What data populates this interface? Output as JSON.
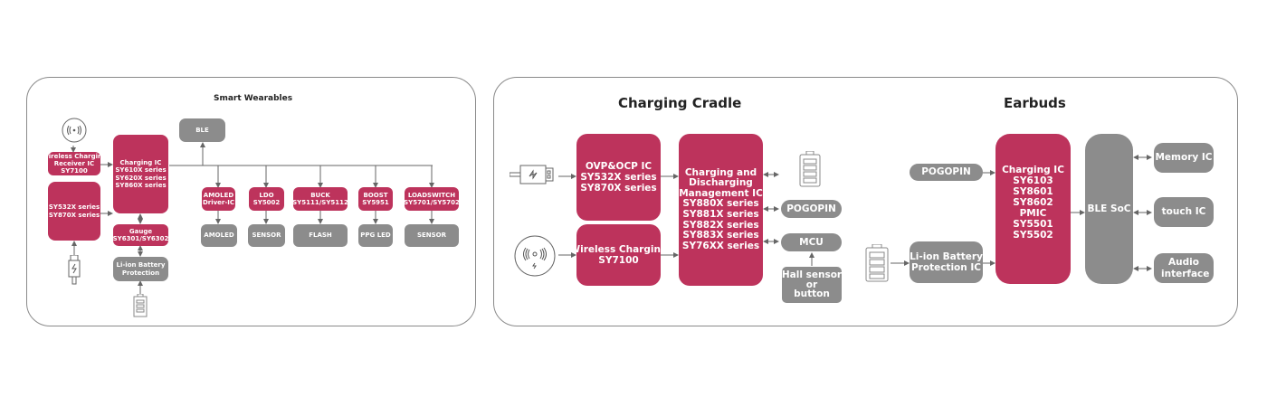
{
  "colors": {
    "accent": "#bd335c",
    "neutral": "#8c8c8c",
    "line": "#666666"
  },
  "smart_wearables": {
    "title": "Smart Wearables",
    "ble": "BLE",
    "wireless_rx": [
      "Wireless Charging",
      "Receiver IC",
      "SY7100"
    ],
    "ovp": [
      "SY532X series",
      "SY870X series"
    ],
    "charging_ic": [
      "Charging IC",
      "SY610X series",
      "SY620X series",
      "SY860X series"
    ],
    "gauge": [
      "Gauge",
      "SY6301/SY6302"
    ],
    "battery_protection": [
      "Li-ion Battery",
      "Protection"
    ],
    "loads": [
      {
        "ic": [
          "AMOLED",
          "Driver-IC"
        ],
        "target": "AMOLED"
      },
      {
        "ic": [
          "LDO",
          "SY5002"
        ],
        "target": "SENSOR"
      },
      {
        "ic": [
          "BUCK",
          "SY5111/SY5112"
        ],
        "target": "FLASH"
      },
      {
        "ic": [
          "BOOST",
          "SY5951"
        ],
        "target": "PPG LED"
      },
      {
        "ic": [
          "LOADSWITCH",
          "SY5701/SY5702"
        ],
        "target": "SENSOR"
      }
    ]
  },
  "charging_cradle": {
    "title": "Charging Cradle",
    "ovp": [
      "OVP&OCP IC",
      "SY532X series",
      "SY870X series"
    ],
    "wireless": [
      "Wireless Charging",
      "SY7100"
    ],
    "mgmt": [
      "Charging and",
      "Discharging",
      "Management IC",
      "SY880X series",
      "SY881X series",
      "SY882X series",
      "SY883X series",
      "SY76XX series"
    ],
    "pogopin": "POGOPIN",
    "mcu": "MCU",
    "hall": [
      "Hall sensor",
      "or",
      "button"
    ]
  },
  "earbuds": {
    "title": "Earbuds",
    "pogopin": "POGOPIN",
    "battery_protection": [
      "Li-ion Battery",
      "Protection IC"
    ],
    "charging_ic": [
      "Charging IC",
      "SY6103",
      "SY8601",
      "SY8602",
      "PMIC",
      "SY5501",
      "SY5502"
    ],
    "ble_soc": "BLE SoC",
    "peripherals": [
      "Memory IC",
      "touch IC",
      "Audio interface"
    ]
  }
}
